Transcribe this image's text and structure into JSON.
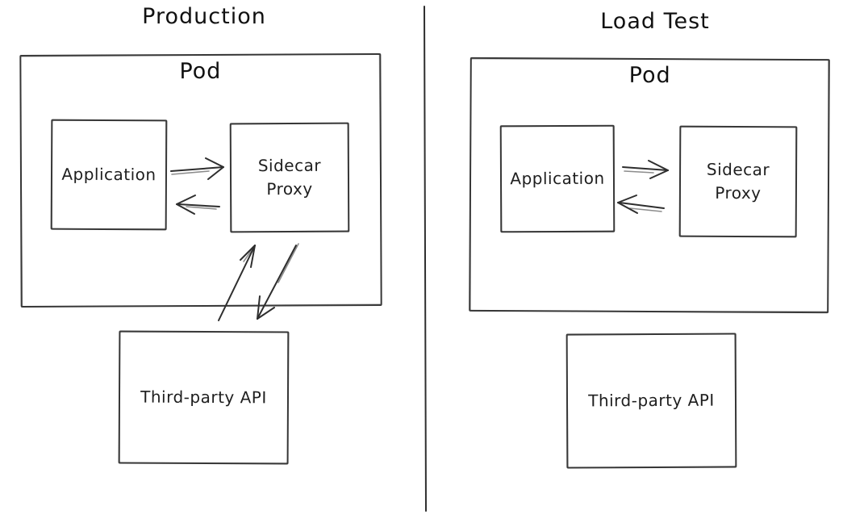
{
  "colors": {
    "background": "#ffffff",
    "stroke": "#343434",
    "text": "#1e1e1e"
  },
  "production": {
    "title": "Production",
    "pod_label": "Pod",
    "application_label": "Application",
    "sidecar_proxy_label": "Sidecar\nProxy",
    "third_party_api_label": "Third-party API"
  },
  "load_test": {
    "title": "Load Test",
    "pod_label": "Pod",
    "application_label": "Application",
    "sidecar_proxy_label": "Sidecar\nProxy",
    "third_party_api_label": "Third-party API"
  },
  "connections": [
    {
      "panel": "Production",
      "from": "Application",
      "to": "Sidecar Proxy"
    },
    {
      "panel": "Production",
      "from": "Sidecar Proxy",
      "to": "Application"
    },
    {
      "panel": "Production",
      "from": "Third-party API",
      "to": "Sidecar Proxy"
    },
    {
      "panel": "Production",
      "from": "Sidecar Proxy",
      "to": "Third-party API"
    },
    {
      "panel": "Load Test",
      "from": "Application",
      "to": "Sidecar Proxy"
    },
    {
      "panel": "Load Test",
      "from": "Sidecar Proxy",
      "to": "Application"
    }
  ]
}
